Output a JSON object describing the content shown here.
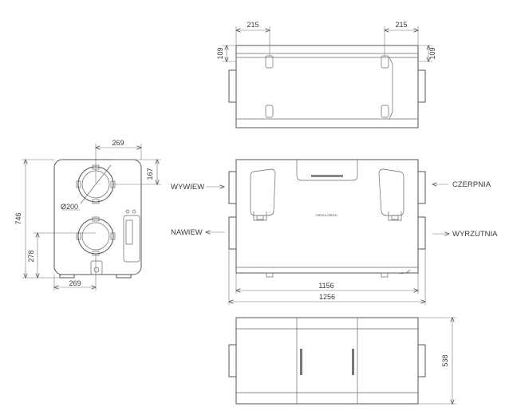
{
  "dimensions": {
    "top_left_offset": "215",
    "top_right_offset": "215",
    "top_left_height": "109",
    "top_right_height": "109",
    "side_width_top": "269",
    "side_offset_right": "167",
    "side_diameter": "Ø200",
    "side_height_total": "746",
    "side_height_lower": "278",
    "side_width_bottom": "269",
    "front_inner_width": "1156",
    "front_total_width": "1256",
    "bottom_depth": "538"
  },
  "labels": {
    "wywiew": "WYWIEW",
    "nawiew": "NAWIEW",
    "czerpnia": "CZERPNIA",
    "wyrzutnia": "WYRZUTNIA",
    "badge": "THESLA.GREEN"
  }
}
